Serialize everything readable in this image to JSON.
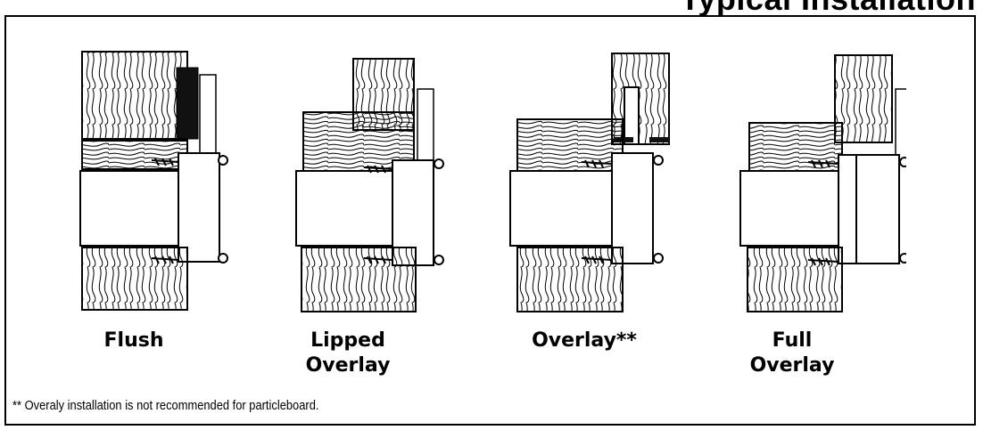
{
  "title": "Typical Installation",
  "diagrams": [
    {
      "id": "flush",
      "label_lines": [
        "Flush"
      ]
    },
    {
      "id": "lipped-overlay",
      "label_lines": [
        "Lipped",
        "Overlay"
      ]
    },
    {
      "id": "overlay",
      "label_lines": [
        "Overlay**"
      ]
    },
    {
      "id": "full-overlay",
      "label_lines": [
        "Full",
        "Overlay"
      ]
    }
  ],
  "footnote": "** Overaly installation is not recommended for particleboard."
}
